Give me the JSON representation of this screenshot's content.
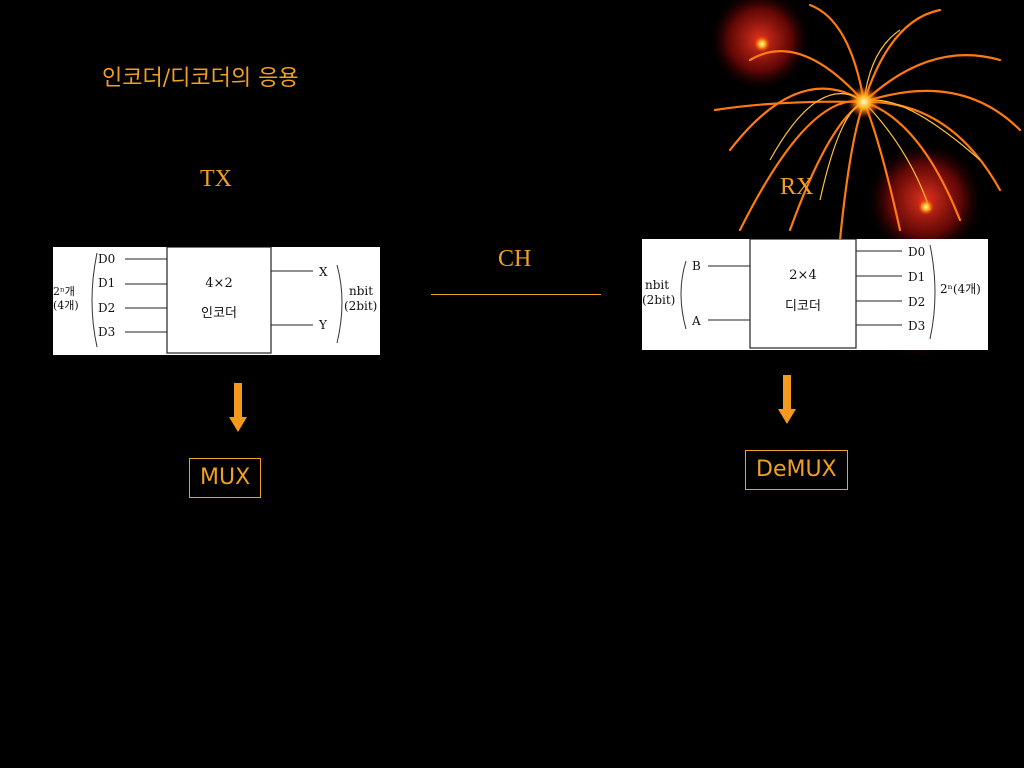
{
  "slide": {
    "title": "인코더/디코더의 응용",
    "tx_label": "TX",
    "rx_label": "RX",
    "ch_label": "CH"
  },
  "encoder": {
    "inputs": [
      "D0",
      "D1",
      "D2",
      "D3"
    ],
    "left_group": [
      "2ⁿ개",
      "(4개)"
    ],
    "block_size": "4×2",
    "block_name": "인코더",
    "outputs": [
      "X",
      "Y"
    ],
    "right_group": [
      "nbit",
      "(2bit)"
    ]
  },
  "decoder": {
    "inputs": [
      "B",
      "A"
    ],
    "left_group": [
      "nbit",
      "(2bit)"
    ],
    "block_size": "2×4",
    "block_name": "디코더",
    "outputs": [
      "D0",
      "D1",
      "D2",
      "D3"
    ],
    "right_group": "2ⁿ(4개)"
  },
  "results": {
    "mux": "MUX",
    "demux": "DeMUX"
  },
  "colors": {
    "accent": "#f0a020",
    "background": "#000000",
    "arrow": "#f39a1e"
  }
}
